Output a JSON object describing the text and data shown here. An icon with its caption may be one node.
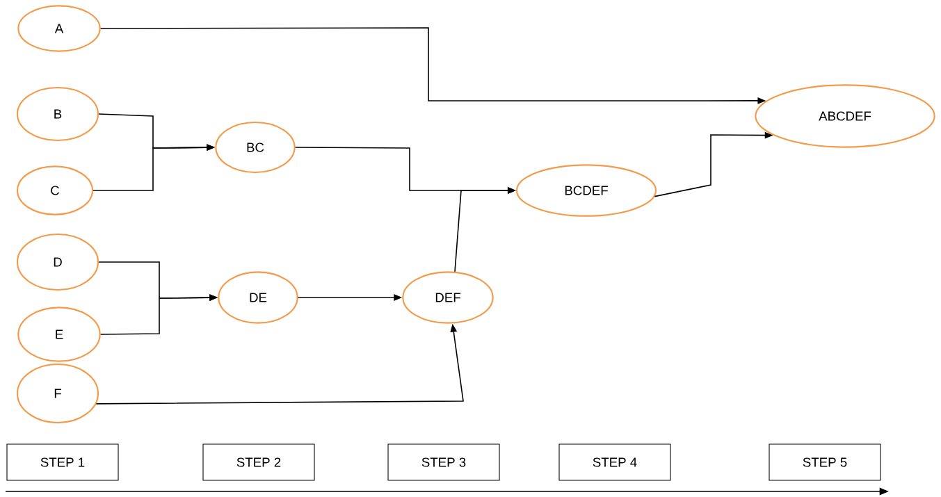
{
  "diagram": {
    "nodes": [
      {
        "text": [
          "A"
        ]
      },
      {
        "text": [
          "B"
        ]
      },
      {
        "text": [
          "C"
        ]
      },
      {
        "text": [
          "D"
        ]
      },
      {
        "text": [
          "E"
        ]
      },
      {
        "text": [
          "F"
        ]
      },
      {
        "text": [
          "BC"
        ]
      },
      {
        "text": [
          "DE"
        ]
      },
      {
        "text": [
          "DEF"
        ]
      },
      {
        "text": [
          "BCDEF"
        ]
      },
      {
        "text": [
          "ABCDEF"
        ]
      },
      {
        "text": [
          "STEP 1"
        ]
      },
      {
        "text": [
          "STEP 2"
        ]
      },
      {
        "text": [
          "STEP 3"
        ]
      },
      {
        "text": [
          "STEP 4"
        ]
      },
      {
        "text": [
          "STEP 5"
        ]
      }
    ],
    "edges": [
      {
        "from": 0,
        "to": 10,
        "arrow": "to"
      },
      {
        "from": 1,
        "to": 6,
        "arrow": "to"
      },
      {
        "from": 2,
        "to": 6,
        "arrow": "to"
      },
      {
        "from": 3,
        "to": 7,
        "arrow": "to"
      },
      {
        "from": 4,
        "to": 7,
        "arrow": "to"
      },
      {
        "from": 6,
        "to": 9,
        "arrow": "to"
      },
      {
        "from": 8,
        "to": 9,
        "arrow": "to"
      },
      {
        "from": 7,
        "to": 8,
        "arrow": "to"
      },
      {
        "from": 5,
        "to": 8,
        "arrow": "to"
      },
      {
        "from": 9,
        "to": 10,
        "arrow": "to"
      }
    ]
  }
}
